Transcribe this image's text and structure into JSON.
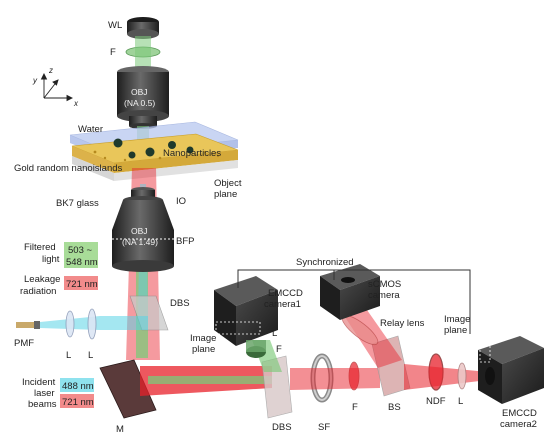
{
  "colors": {
    "laser_red": "#e8202a",
    "green_light": "#7cc97a",
    "cyan_laser": "#59d3e6",
    "badge_green": "#a8dc98",
    "badge_red": "#f28b8b",
    "badge_cyan": "#8fe2ee",
    "water": "#b8c8f0",
    "gold": "#e9c65a",
    "camera_body": "#2d2d2d"
  },
  "labels": {
    "wl": "WL",
    "f_top": "F",
    "axis_z": "z",
    "axis_y": "y",
    "axis_x": "x",
    "obj_top": "OBJ",
    "obj_top_na": "(NA 0.5)",
    "water": "Water",
    "nanoparticles": "Nanoparticles",
    "gold_islands": "Gold random nanoislands",
    "object_plane_1": "Object",
    "object_plane_2": "plane",
    "bk7": "BK7 glass",
    "io": "IO",
    "obj_bottom": "OBJ",
    "obj_bottom_na": "(NA 1.49)",
    "bfp": "BFP",
    "filtered_light_1": "Filtered",
    "filtered_light_2": "light",
    "filtered_badge_1": "503 ~",
    "filtered_badge_2": "548 nm",
    "leakage_1": "Leakage",
    "leakage_2": "radiation",
    "leakage_badge": "721 nm",
    "pmf": "PMF",
    "l_left_1": "L",
    "l_left_2": "L",
    "dbs_upper": "DBS",
    "incident_1": "Incident",
    "incident_2": "laser",
    "incident_3": "beams",
    "incident_badge_cyan": "488 nm",
    "incident_badge_red": "721 nm",
    "m": "M",
    "synchronized": "Synchronized",
    "emccd1_1": "EMCCD",
    "emccd1_2": "camera1",
    "sc_1": "sCMOS",
    "sc_2": "camera",
    "relay": "Relay lens",
    "image_plane_left_1": "Image",
    "image_plane_left_2": "plane",
    "l_cam1": "L",
    "f_cam1": "F",
    "image_plane_right_1": "Image",
    "image_plane_right_2": "plane",
    "dbs_lower": "DBS",
    "sf": "SF",
    "f_lower": "F",
    "bs": "BS",
    "ndf": "NDF",
    "l_right": "L",
    "emccd2_1": "EMCCD",
    "emccd2_2": "camera2"
  }
}
